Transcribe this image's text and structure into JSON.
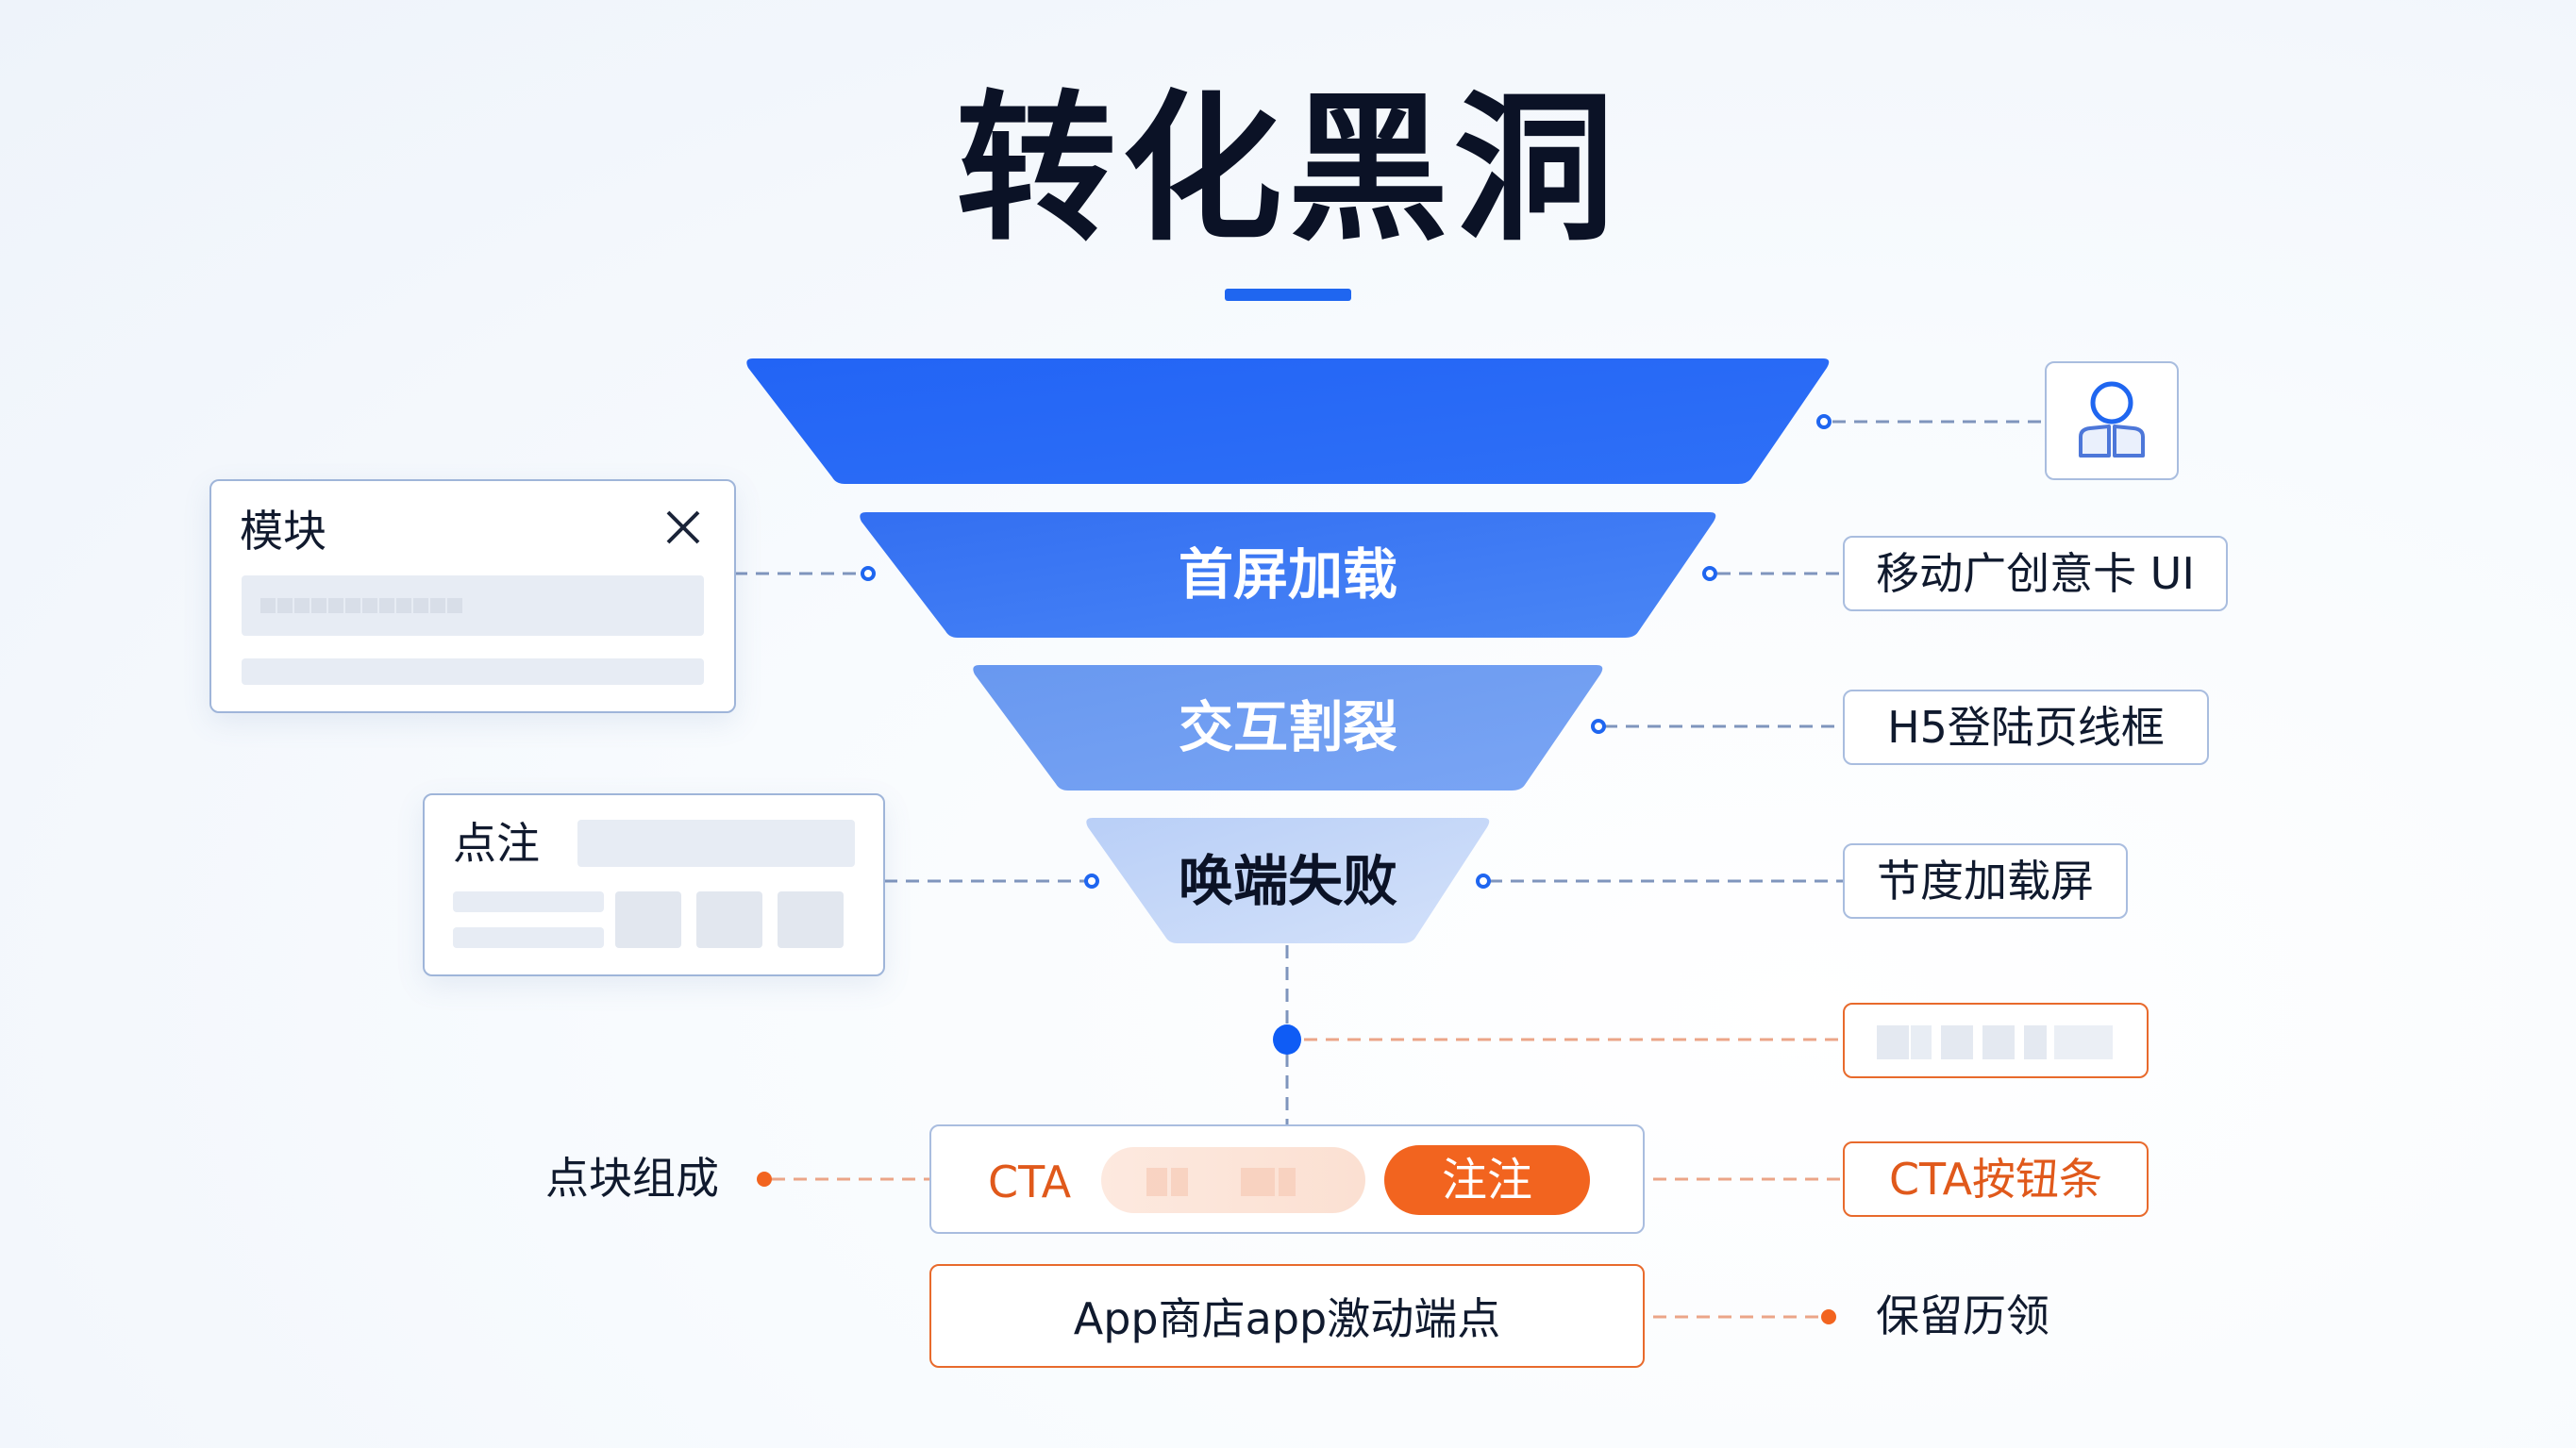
{
  "title": "转化黑洞",
  "colors": {
    "accent_blue": "#1f66f0",
    "accent_orange": "#f2641f",
    "stage_colors": [
      "#2a6cf6",
      "#3f7ef4",
      "#6f9cf2",
      "#c3d6f8"
    ],
    "connector_blue": "#7f95bd",
    "connector_orange": "#eba588"
  },
  "funnel": {
    "stages": [
      {
        "label": "",
        "icon": "user-icon"
      },
      {
        "label": "首屏加载"
      },
      {
        "label": "交互割裂"
      },
      {
        "label": "唤端失败"
      }
    ]
  },
  "left_cards": {
    "module_card": {
      "title": "模块",
      "close_icon": "close-icon"
    },
    "note_card": {
      "title": "点注"
    }
  },
  "right_tags": [
    {
      "label": "移动广创意卡 UI"
    },
    {
      "label": "H5登陆页线框"
    },
    {
      "label": "节度加载屏"
    },
    {
      "label": ""
    },
    {
      "label": "CTA按钮条"
    }
  ],
  "cta_bar": {
    "label": "CTA",
    "button_label": "注注"
  },
  "left_labels": {
    "cta_left": "点块组成"
  },
  "store_box": {
    "label": "App商店app激动端点",
    "right_label": "保留历领"
  }
}
